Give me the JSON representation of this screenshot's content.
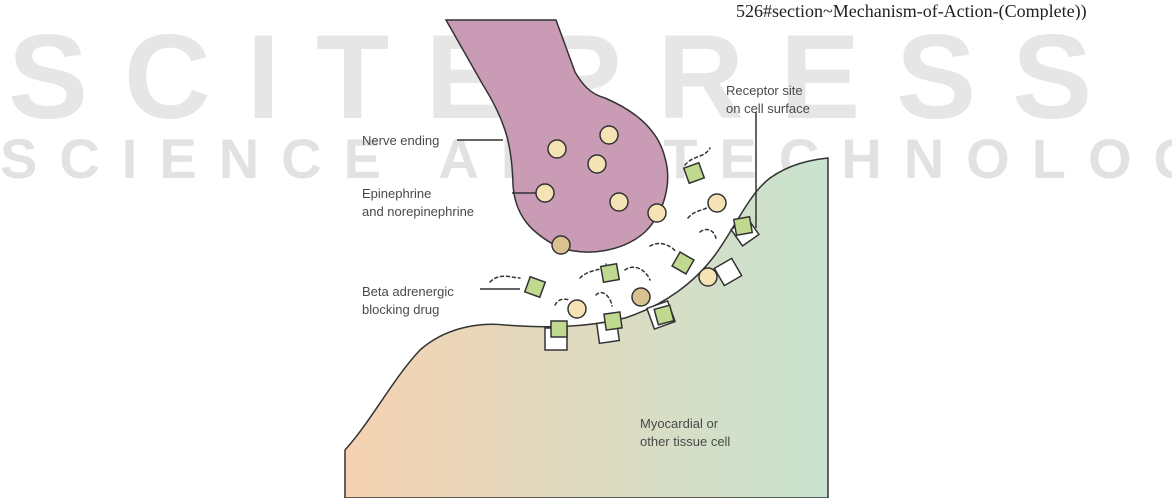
{
  "url_fragment": "526#section~Mechanism-of-Action-(Complete))",
  "watermark": {
    "line1": "SCITEPRESS",
    "line2": "SCIENCE AND TECHNOLOGY PUBLICATIONS"
  },
  "labels": {
    "nerve_ending": "Nerve ending",
    "epinephrine_l1": "Epinephrine",
    "epinephrine_l2": "and norepinephrine",
    "beta_l1": "Beta adrenergic",
    "beta_l2": "blocking drug",
    "receptor_l1": "Receptor site",
    "receptor_l2": "on cell surface",
    "myocardial_l1": "Myocardial or",
    "myocardial_l2": "other tissue cell"
  },
  "colors": {
    "nerve_fill": "#c99bb5",
    "molecule_fill": "#f6e3b5",
    "drug_fill": "#bfd98f",
    "cell_left": "#f6d2b2",
    "cell_right": "#c8e3cf"
  }
}
